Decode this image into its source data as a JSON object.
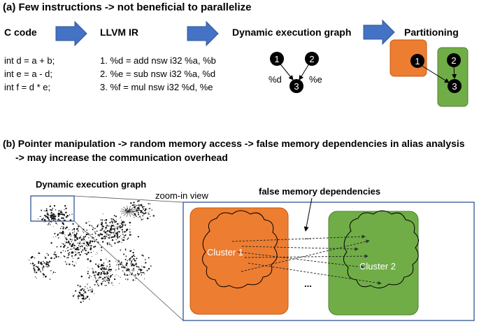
{
  "part_a": {
    "heading": "(a) Few instructions -> not beneficial to parallelize",
    "columns": {
      "c_code": "C code",
      "llvm_ir": "LLVM IR",
      "dyn_graph": "Dynamic execution graph",
      "partitioning": "Partitioning"
    },
    "c_lines": [
      "int d = a + b;",
      "int e = a - d;",
      "int f = d * e;"
    ],
    "ir_lines": [
      "1. %d = add nsw i32 %a, %b",
      "2. %e = sub nsw i32 %a, %d",
      "3. %f = mul nsw i32 %d, %e"
    ],
    "graph": {
      "nodes": [
        "1",
        "2",
        "3"
      ],
      "edge_labels": [
        "%d",
        "%e"
      ]
    },
    "partition_nodes": [
      "1",
      "2",
      "3"
    ],
    "colors": {
      "arrow_blue": "#4472c4",
      "orange": "#ed7d31",
      "green": "#70ad47",
      "box_border": "#2f5597"
    }
  },
  "part_b": {
    "heading_line1": "(b) Pointer manipulation -> random memory access -> false memory dependencies in alias analysis",
    "heading_line2": "-> may increase the communication overhead",
    "graph_label": "Dynamic execution graph",
    "zoom_label": "zoom-in view",
    "false_dep_label": "false memory dependencies",
    "cluster1": "Cluster 1",
    "cluster2": "Cluster 2",
    "ellipsis_mid": "...",
    "ellipsis_bottom": "..."
  }
}
